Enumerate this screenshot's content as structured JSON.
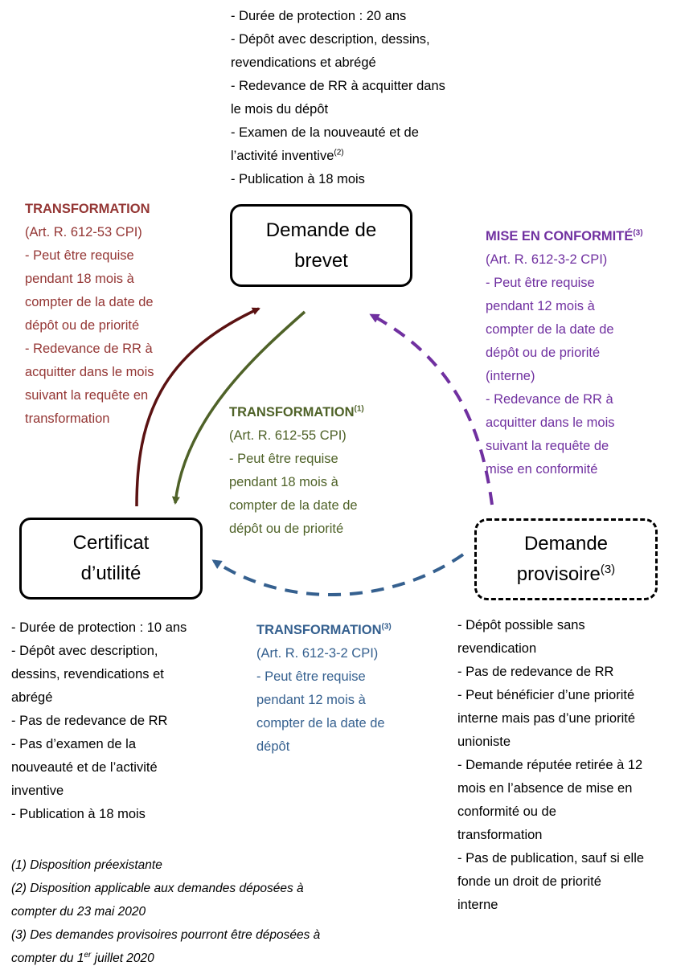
{
  "nodes": {
    "brevet": {
      "line1": "Demande de",
      "line2": "brevet"
    },
    "certificat": {
      "line1": "Certificat",
      "line2": "d’utilité"
    },
    "provisoire": {
      "line1": "Demande",
      "line2": "provisoire",
      "sup": "(3)"
    }
  },
  "brevet_details": [
    "- Durée de protection : 20 ans",
    "- Dépôt avec description, dessins,",
    "revendications et abrégé",
    "- Redevance de RR à acquitter dans",
    "le mois du dépôt",
    "- Examen de la nouveauté et de",
    "l’activité inventive",
    "- Publication à 18 mois"
  ],
  "brevet_details_sup": "(2)",
  "transformation_maroon": {
    "title": "TRANSFORMATION",
    "lines": [
      "(Art. R. 612-53 CPI)",
      "- Peut être requise",
      "pendant 18 mois à",
      "compter de la date de",
      "dépôt ou de priorité",
      "- Redevance de RR à",
      "acquitter dans le mois",
      "suivant la requête en",
      "transformation"
    ]
  },
  "transformation_green": {
    "title": "TRANSFORMATION",
    "title_sup": "(1)",
    "lines": [
      "(Art. R. 612-55 CPI)",
      "- Peut être requise",
      "pendant 18 mois à",
      "compter de la date de",
      "dépôt ou de priorité"
    ]
  },
  "mise_en_conformite": {
    "title": "MISE EN CONFORMITÉ",
    "title_sup": "(3)",
    "lines": [
      "(Art. R. 612-3-2 CPI)",
      "- Peut être requise",
      "pendant 12 mois à",
      "compter de la date de",
      "dépôt ou de priorité",
      "(interne)",
      "- Redevance de RR à",
      "acquitter dans le mois",
      "suivant la requête de",
      "mise en conformité"
    ]
  },
  "transformation_blue": {
    "title": "TRANSFORMATION",
    "title_sup": "(3)",
    "lines": [
      "(Art. R. 612-3-2 CPI)",
      "- Peut être requise",
      "pendant 12 mois à",
      "compter de la date de",
      "dépôt"
    ]
  },
  "certificat_details": [
    "- Durée de protection : 10 ans",
    "- Dépôt avec description,",
    "dessins, revendications et",
    "abrégé",
    "- Pas de redevance de RR",
    "- Pas d’examen de la",
    "nouveauté et de l’activité",
    "inventive",
    "- Publication à 18 mois"
  ],
  "provisoire_details": [
    "- Dépôt possible sans",
    "revendication",
    "- Pas de redevance de RR",
    "- Peut bénéficier d’une priorité",
    "interne mais pas d’une priorité",
    "unioniste",
    "- Demande réputée retirée à 12",
    "mois en l’absence de mise en",
    "conformité ou de",
    "transformation",
    "- Pas de publication, sauf si elle",
    "fonde un droit de priorité",
    "interne"
  ],
  "notes": {
    "n1": "(1) Disposition préexistante",
    "n2a": "(2) Disposition applicable aux demandes déposées à",
    "n2b": "compter du 23 mai 2020",
    "n3a": "(3) Des demandes provisoires pourront être déposées à",
    "n3b_prefix": "compter du 1",
    "n3b_sup": "er",
    "n3b_suffix": " juillet 2020"
  },
  "colors": {
    "maroon": "#943634",
    "green": "#4f6228",
    "purple": "#7030a0",
    "blue": "#35608f"
  }
}
